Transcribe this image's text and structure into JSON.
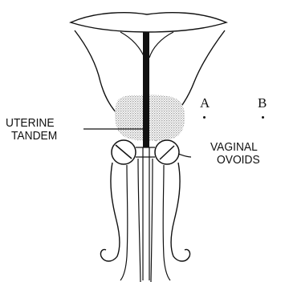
{
  "labels": {
    "uterine_tandem_line1": "UTERINE",
    "uterine_tandem_line2": "TANDEM",
    "vaginal_ovoids_line1": "VAGINAL",
    "vaginal_ovoids_line2": "OVOIDS",
    "point_a": "A",
    "point_b": "B"
  },
  "colors": {
    "ink": "#111111",
    "shaded_region": "#9a9a9a"
  }
}
